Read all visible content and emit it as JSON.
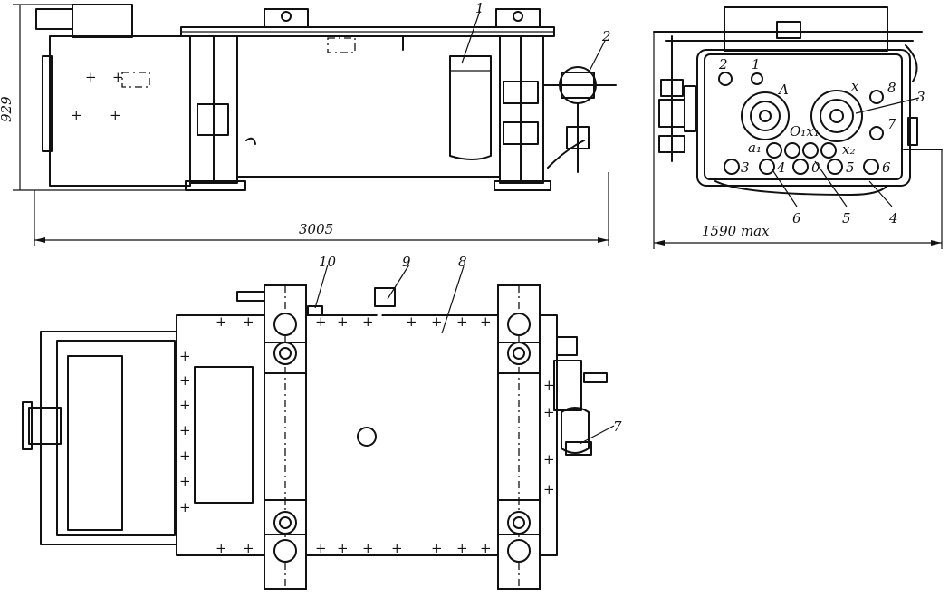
{
  "dimensions": {
    "height": "929",
    "length": "3005",
    "width": "1590 max"
  },
  "callouts": {
    "c1": "1",
    "c2": "2",
    "c3": "3",
    "c4": "4",
    "c5": "5",
    "c6": "6",
    "c7": "7",
    "c8": "8",
    "c9": "9",
    "c10": "10"
  },
  "panel_labels": {
    "a": "A",
    "x": "x",
    "n1": "1",
    "n2": "2",
    "n8": "8",
    "n7": "7",
    "o1x1": "O₁x₁",
    "a1": "a₁",
    "x2": "x₂",
    "n3": "3",
    "n4": "4",
    "n0": "0",
    "n5": "5",
    "n6": "6"
  }
}
